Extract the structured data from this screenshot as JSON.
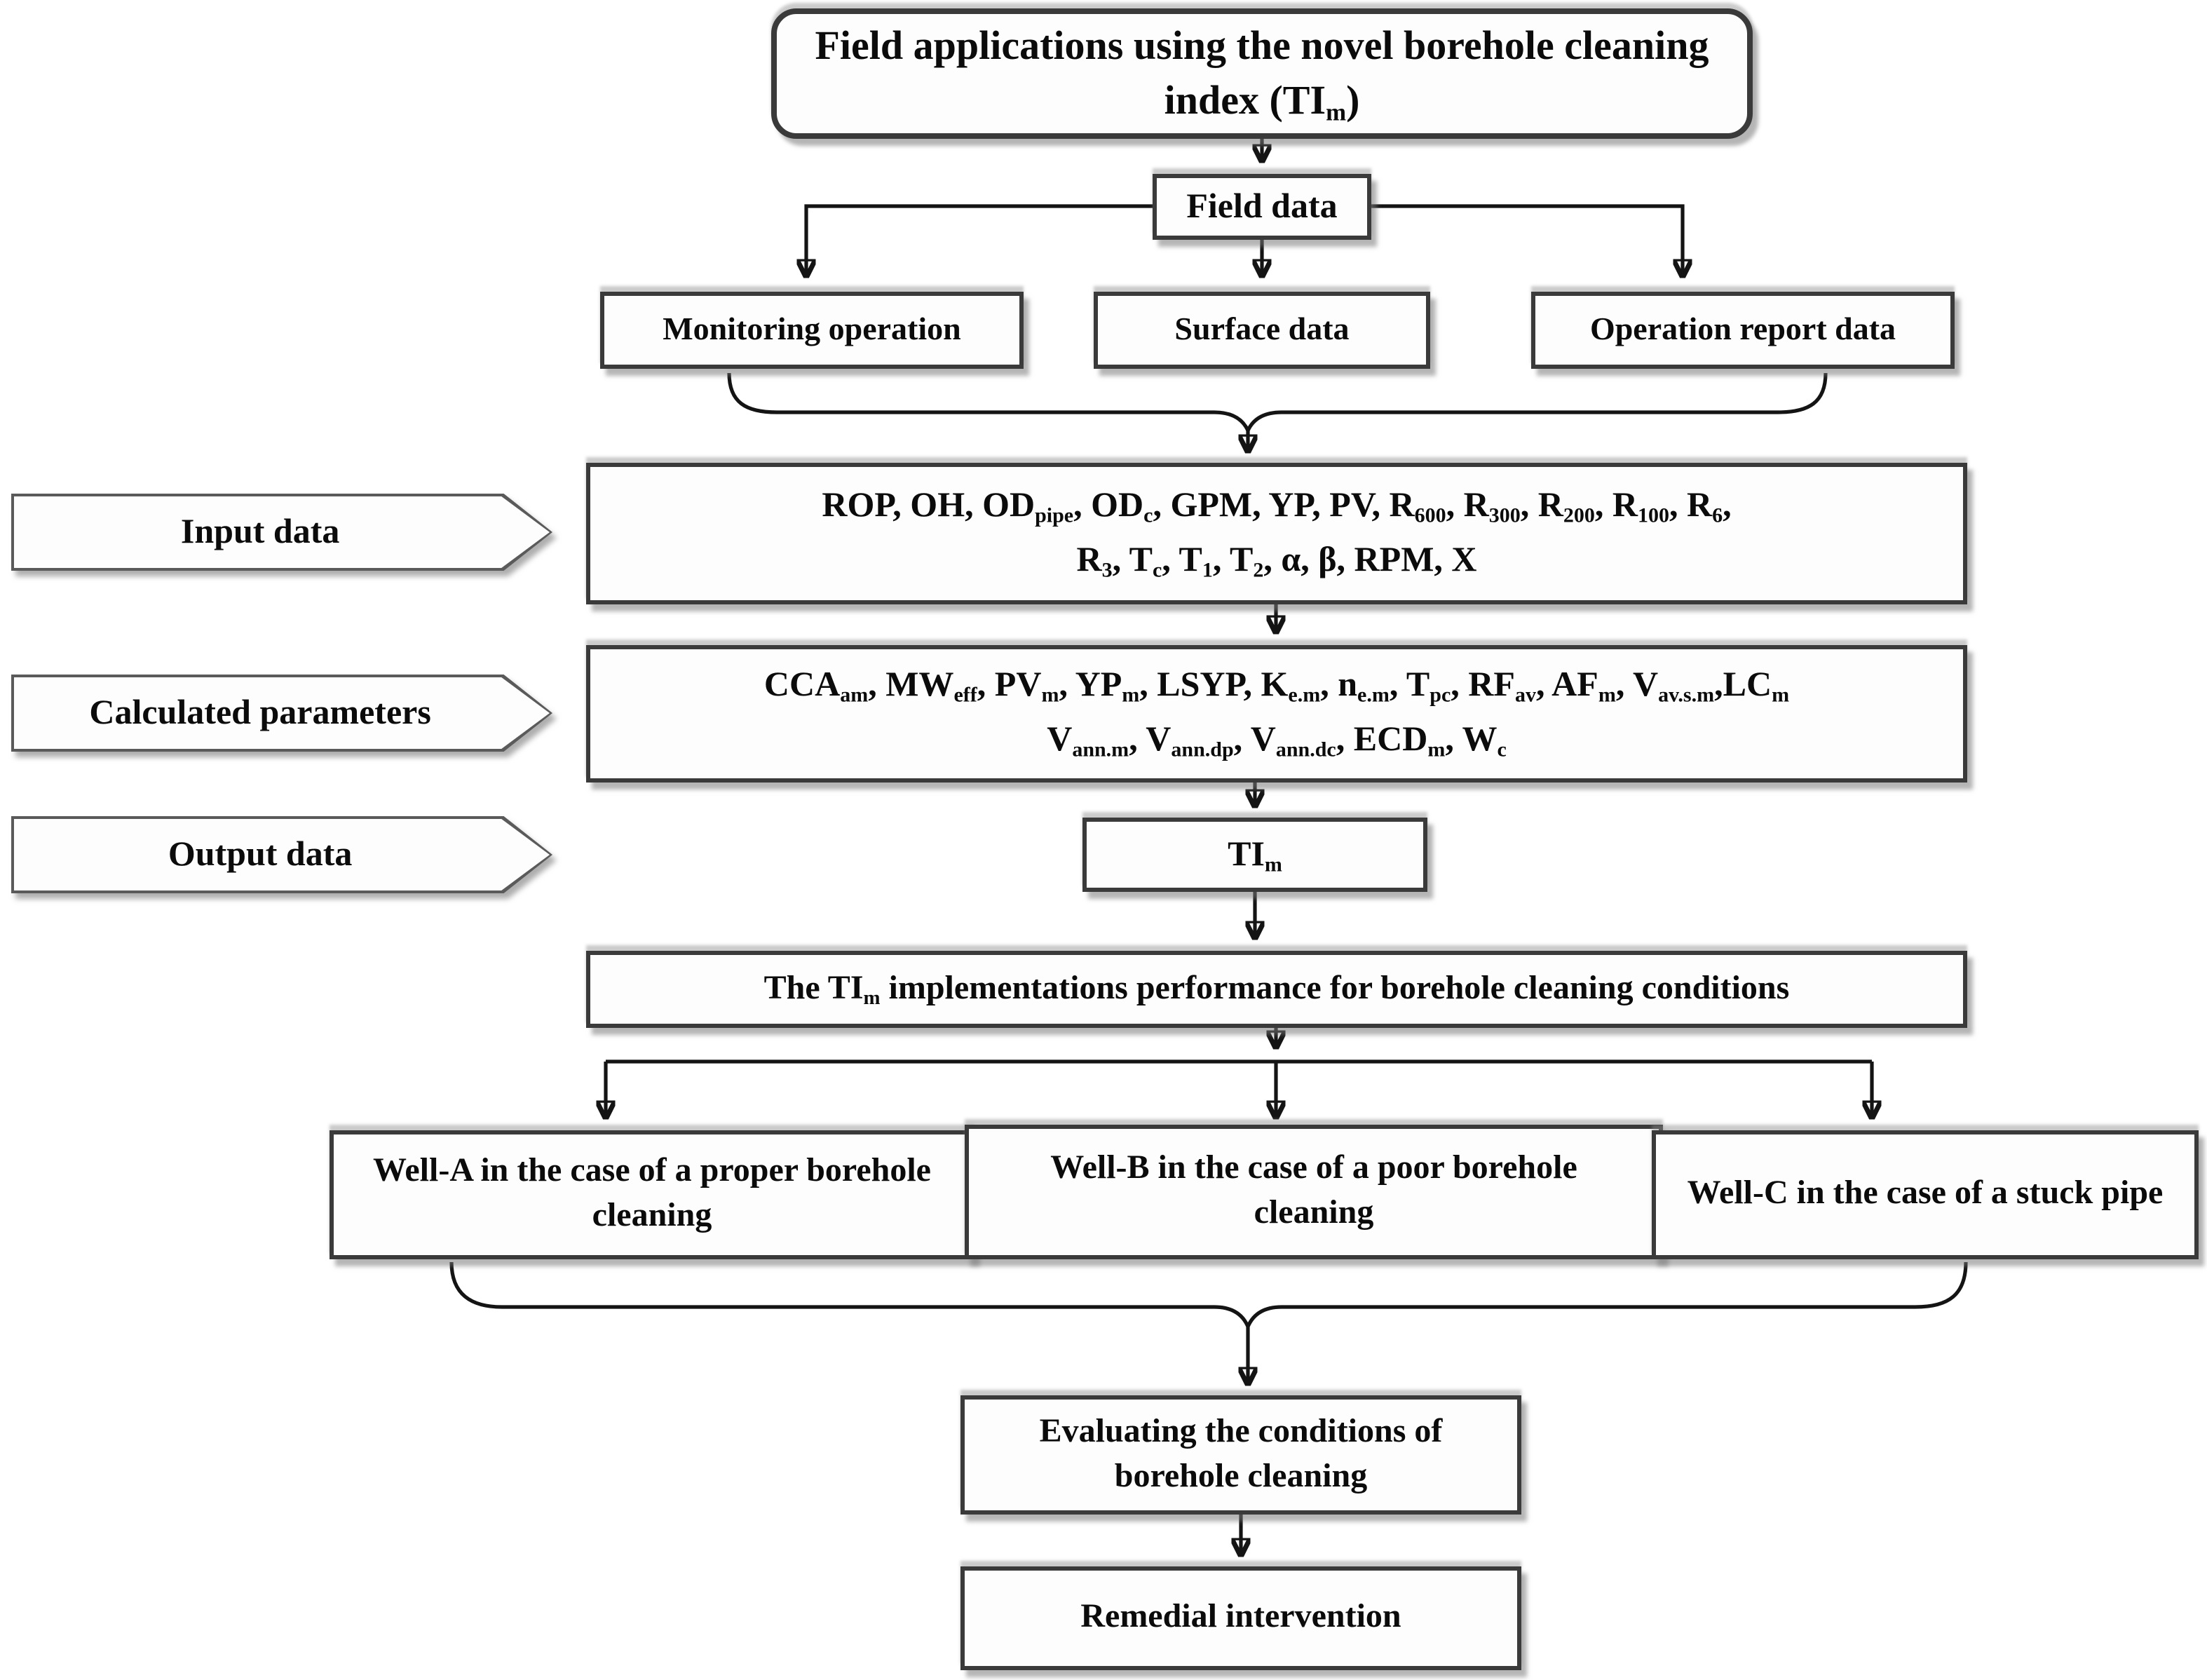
{
  "flowchart": {
    "title": {
      "segments": [
        {
          "t": "Field applications using the novel borehole cleaning index (TI"
        },
        {
          "sub": "m"
        },
        {
          "t": ")"
        }
      ]
    },
    "field_data_label": "Field data",
    "sources": [
      "Monitoring operation",
      "Surface data",
      "Operation report data"
    ],
    "stage_labels": {
      "input": "Input data",
      "calculated": "Calculated parameters",
      "output": "Output data"
    },
    "input_box": {
      "line1_segments": [
        {
          "t": "ROP, OH, OD"
        },
        {
          "sub": "pipe"
        },
        {
          "t": ", OD"
        },
        {
          "sub": "c"
        },
        {
          "t": ", GPM, YP, PV, R"
        },
        {
          "sub": "600"
        },
        {
          "t": ", R"
        },
        {
          "sub": "300"
        },
        {
          "t": ", R"
        },
        {
          "sub": "200"
        },
        {
          "t": ", R"
        },
        {
          "sub": "100"
        },
        {
          "t": ", R"
        },
        {
          "sub": "6"
        },
        {
          "t": ","
        }
      ],
      "line2_segments": [
        {
          "t": "R"
        },
        {
          "sub": "3"
        },
        {
          "t": ", T"
        },
        {
          "sub": "c"
        },
        {
          "t": ", T"
        },
        {
          "sub": "1"
        },
        {
          "t": ", T"
        },
        {
          "sub": "2"
        },
        {
          "t": ", α, β, RPM, X"
        }
      ]
    },
    "calculated_box": {
      "line1_segments": [
        {
          "t": "CCA"
        },
        {
          "sub": "am"
        },
        {
          "t": ", MW"
        },
        {
          "sub": "eff"
        },
        {
          "t": ", PV"
        },
        {
          "sub": "m"
        },
        {
          "t": ", YP"
        },
        {
          "sub": "m"
        },
        {
          "t": ", LSYP, K"
        },
        {
          "sub": "e.m"
        },
        {
          "t": ", n"
        },
        {
          "sub": "e.m"
        },
        {
          "t": ", T"
        },
        {
          "sub": "pc"
        },
        {
          "t": ", RF"
        },
        {
          "sub": "av"
        },
        {
          "t": ", AF"
        },
        {
          "sub": "m"
        },
        {
          "t": ", V"
        },
        {
          "sub": "av.s.m"
        },
        {
          "t": ",LC"
        },
        {
          "sub": "m"
        }
      ],
      "line2_segments": [
        {
          "t": "V"
        },
        {
          "sub": "ann.m"
        },
        {
          "t": ", V"
        },
        {
          "sub": "ann.dp"
        },
        {
          "t": ", V"
        },
        {
          "sub": "ann.dc"
        },
        {
          "t": ", ECD"
        },
        {
          "sub": "m"
        },
        {
          "t": ", W"
        },
        {
          "sub": "c"
        }
      ]
    },
    "output_box": {
      "segments": [
        {
          "t": "TI"
        },
        {
          "sub": "m"
        }
      ]
    },
    "implementations": {
      "segments": [
        {
          "t": "The TI"
        },
        {
          "sub": "m"
        },
        {
          "t": " implementations performance for borehole cleaning conditions"
        }
      ]
    },
    "wells": [
      "Well-A in the case of a proper borehole cleaning",
      "Well-B in the case of a poor borehole cleaning",
      "Well-C in the case of a stuck pipe"
    ],
    "evaluating_label": "Evaluating the conditions of borehole cleaning",
    "remedial_label": "Remedial intervention",
    "colors": {
      "box_background": "#fdfdfd",
      "box_border": "#3a3a3a",
      "connector": "#141414",
      "shadow": "#8a8a8a"
    }
  }
}
